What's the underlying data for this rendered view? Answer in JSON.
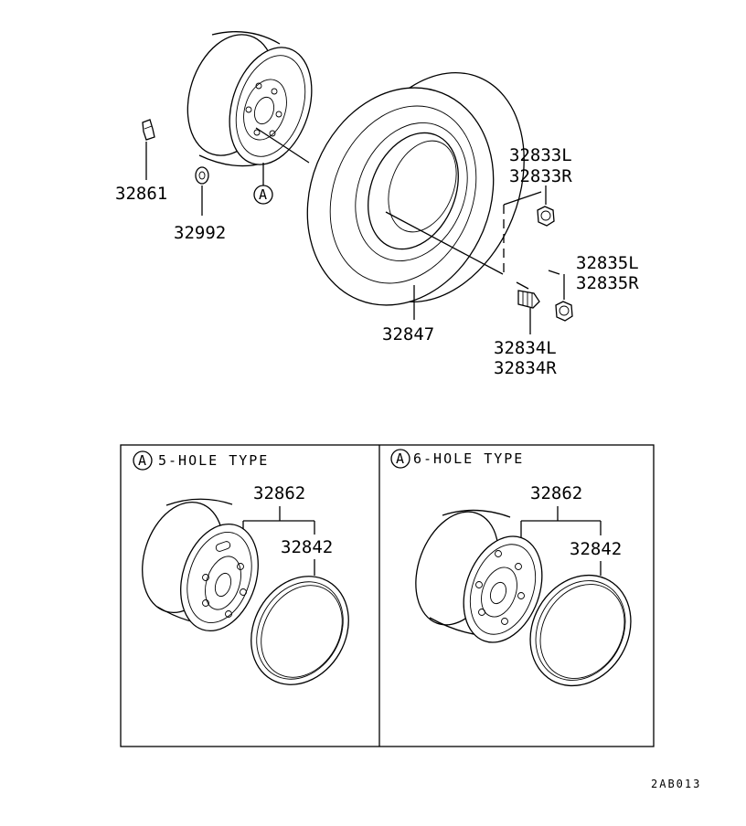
{
  "parts": {
    "p32861": "32861",
    "p32992": "32992",
    "p32847": "32847",
    "p32833l": "32833L",
    "p32833r": "32833R",
    "p32835l": "32835L",
    "p32835r": "32835R",
    "p32834l": "32834L",
    "p32834r": "32834R"
  },
  "callout_letter": "A",
  "inset_left": {
    "caption": "5-HOLE TYPE",
    "part_wheel": "32862",
    "part_ring": "32842"
  },
  "inset_right": {
    "caption": "6-HOLE TYPE",
    "part_wheel": "32862",
    "part_ring": "32842"
  },
  "drawing_code": "2AB013"
}
